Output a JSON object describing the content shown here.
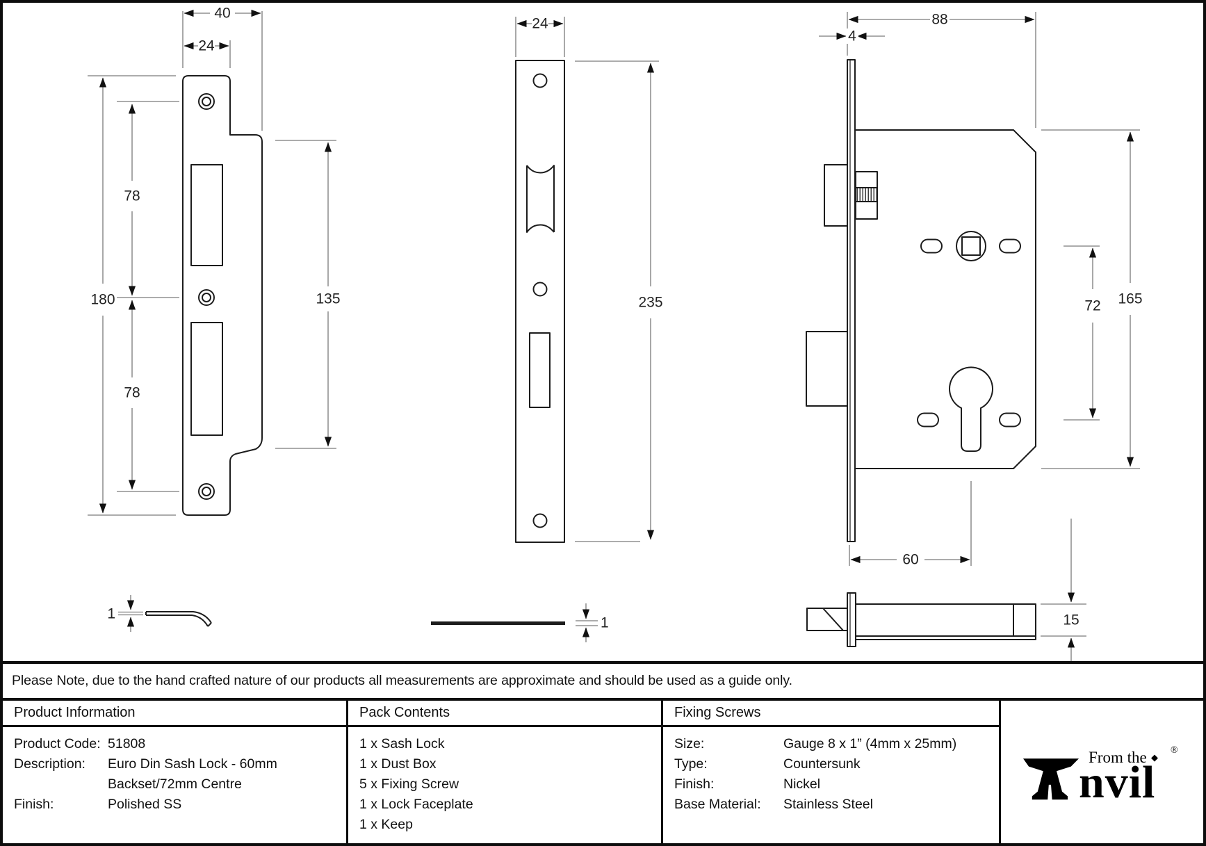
{
  "note": "Please Note, due to the hand crafted nature of our products all measurements are approximate and should be used as a guide only.",
  "drawings": {
    "keep_front": {
      "overall_width": "40",
      "plate_width": "24",
      "total_height": "180",
      "upper_centres": "78",
      "lower_centres": "78",
      "lip_height": "135"
    },
    "keep_profile": {
      "thickness": "1"
    },
    "faceplate_front": {
      "width": "24",
      "height": "235"
    },
    "faceplate_profile": {
      "thickness": "1"
    },
    "lock_front": {
      "case_width": "88",
      "faceplate_thickness": "4",
      "case_height": "165",
      "centres": "72",
      "backset": "60"
    },
    "lock_side": {
      "case_depth": "15"
    }
  },
  "table": {
    "product_information": {
      "header": "Product Information",
      "rows": [
        {
          "label": "Product Code:",
          "value": "51808"
        },
        {
          "label": "Description:",
          "value": "Euro Din Sash Lock - 60mm"
        },
        {
          "label": "",
          "value": "Backset/72mm Centre"
        },
        {
          "label": "Finish:",
          "value": "Polished SS"
        }
      ]
    },
    "pack_contents": {
      "header": "Pack Contents",
      "items": [
        "1 x Sash Lock",
        "1 x Dust Box",
        "5 x Fixing Screw",
        "1 x Lock Faceplate",
        "1 x Keep"
      ]
    },
    "fixing_screws": {
      "header": "Fixing Screws",
      "rows": [
        {
          "label": "Size:",
          "value": "Gauge 8 x 1” (4mm x 25mm)"
        },
        {
          "label": "Type:",
          "value": "Countersunk"
        },
        {
          "label": "Finish:",
          "value": "Nickel"
        },
        {
          "label": "Base Material:",
          "value": "Stainless Steel"
        }
      ]
    },
    "logo": {
      "from_the": "From the",
      "anvil_suffix": "nvil",
      "diamond": "◆",
      "registered": "®"
    }
  }
}
